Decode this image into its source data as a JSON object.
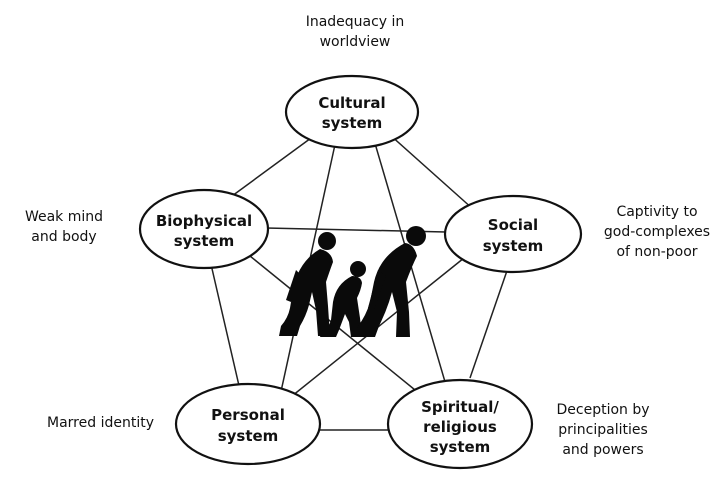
{
  "nodes": {
    "cultural": {
      "line1": "Cultural",
      "line2": "system"
    },
    "social": {
      "line1": "Social",
      "line2": "system"
    },
    "biophysical": {
      "line1": "Biophysical",
      "line2": "system"
    },
    "personal": {
      "line1": "Personal",
      "line2": "system"
    },
    "spiritual": {
      "line1": "Spiritual/",
      "line2": "religious",
      "line3": "system"
    }
  },
  "annotations": {
    "cultural": "Inadequacy in\nworldview",
    "social": "Captivity to\ngod-complexes\nof non-poor",
    "biophysical": "Weak mind\nand body",
    "personal": "Marred identity",
    "spiritual": "Deception by\nprincipalities\nand powers"
  },
  "colors": {
    "ink": "#111111",
    "background": "#ffffff"
  }
}
